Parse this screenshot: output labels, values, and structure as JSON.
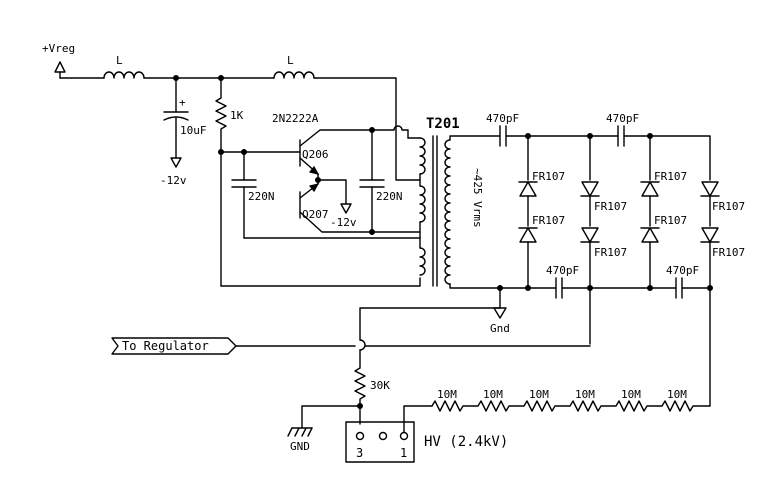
{
  "diagram": {
    "supply": {
      "label": "+Vreg"
    },
    "inductors": [
      {
        "label": "L"
      },
      {
        "label": "L"
      }
    ],
    "capacitors": {
      "input": {
        "label": "10uF",
        "polarity": "+"
      },
      "left_tank": {
        "label": "220N"
      },
      "right_tank": {
        "label": "220N"
      },
      "pump": [
        {
          "label": "470pF"
        },
        {
          "label": "470pF"
        },
        {
          "label": "470pF"
        },
        {
          "label": "470pF"
        }
      ]
    },
    "resistors": {
      "bias": {
        "label": "1K"
      },
      "feedback": {
        "label": "30K"
      },
      "chain": [
        {
          "label": "10M"
        },
        {
          "label": "10M"
        },
        {
          "label": "10M"
        },
        {
          "label": "10M"
        },
        {
          "label": "10M"
        },
        {
          "label": "10M"
        }
      ]
    },
    "transistors": {
      "type": "2N2222A",
      "upper": "Q206",
      "lower": "Q207"
    },
    "transformer": {
      "label": "T201",
      "secondary_voltage": "~425 Vrms"
    },
    "diodes": [
      {
        "label": "FR107"
      },
      {
        "label": "FR107"
      },
      {
        "label": "FR107"
      },
      {
        "label": "FR107"
      },
      {
        "label": "FR107"
      },
      {
        "label": "FR107"
      },
      {
        "label": "FR107"
      },
      {
        "label": "FR107"
      }
    ],
    "rails": {
      "neg_input": "-12v",
      "neg_emitter": "-12v"
    },
    "grounds": {
      "secondary": "Gnd",
      "chassis": "GND"
    },
    "connectors": {
      "regulator": {
        "label": "To Regulator"
      },
      "hv": {
        "label": "HV (2.4kV)",
        "pin_left": "3",
        "pin_right": "1"
      }
    }
  }
}
